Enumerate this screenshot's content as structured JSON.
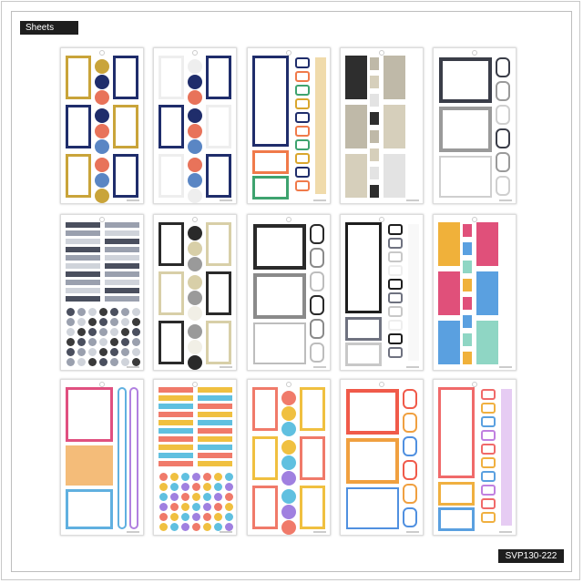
{
  "header": {
    "title": "Sheets"
  },
  "footer": {
    "product_code": "SVP130-222"
  },
  "sheets": [
    {
      "layout": "boxes-circles",
      "colors": [
        "#c9a43a",
        "#1f2d6b",
        "#e8735a",
        "#5a86c4"
      ]
    },
    {
      "layout": "boxes-circles",
      "colors": [
        "#eeeeee",
        "#1f2d6b",
        "#e8735a",
        "#5a86c4"
      ]
    },
    {
      "layout": "tall-hex",
      "colors": [
        "#1f2d6b",
        "#f07a4a",
        "#3ea36f",
        "#d9a62e"
      ]
    },
    {
      "layout": "grid-photo",
      "colors": [
        "#2e2e2e",
        "#bfb9a8",
        "#d6cfbb",
        "#e3e3e3"
      ]
    },
    {
      "layout": "frames-tabs",
      "colors": [
        "#3a3d48",
        "#9a9a9a",
        "#cfcfcf",
        "#eeeeee"
      ]
    },
    {
      "layout": "strips-dots",
      "colors": [
        "#4a4f5e",
        "#9aa0ae",
        "#cfd3da",
        "#3a3a3a"
      ]
    },
    {
      "layout": "boxes-circles",
      "colors": [
        "#2a2a2a",
        "#d8cfa8",
        "#9a9a9a",
        "#f1efe6"
      ]
    },
    {
      "layout": "frames-tabs",
      "colors": [
        "#2a2a2a",
        "#8a8a8a",
        "#bdbdbd",
        "#eeeeee"
      ]
    },
    {
      "layout": "tall-hex",
      "colors": [
        "#1e1e1e",
        "#6f7280",
        "#c8c8c8",
        "#eeeeee"
      ]
    },
    {
      "layout": "grid-photo",
      "colors": [
        "#f0b13a",
        "#e0507a",
        "#5aa0e0",
        "#8fd6c4"
      ]
    },
    {
      "layout": "tall-tabs",
      "colors": [
        "#e05080",
        "#f0a040",
        "#60b0e0",
        "#b080e0"
      ]
    },
    {
      "layout": "strips-dots",
      "colors": [
        "#f07a6a",
        "#f0c040",
        "#60c0e0",
        "#a080e0"
      ]
    },
    {
      "layout": "boxes-circles",
      "colors": [
        "#f07a6a",
        "#f0c040",
        "#60c0e0",
        "#a080e0"
      ]
    },
    {
      "layout": "frames-tabs",
      "colors": [
        "#f05a4a",
        "#f0a040",
        "#5090e0",
        "#eeeeee"
      ]
    },
    {
      "layout": "tall-hex",
      "colors": [
        "#f06a6a",
        "#f0b040",
        "#5aa0e0",
        "#c080e0"
      ]
    }
  ]
}
